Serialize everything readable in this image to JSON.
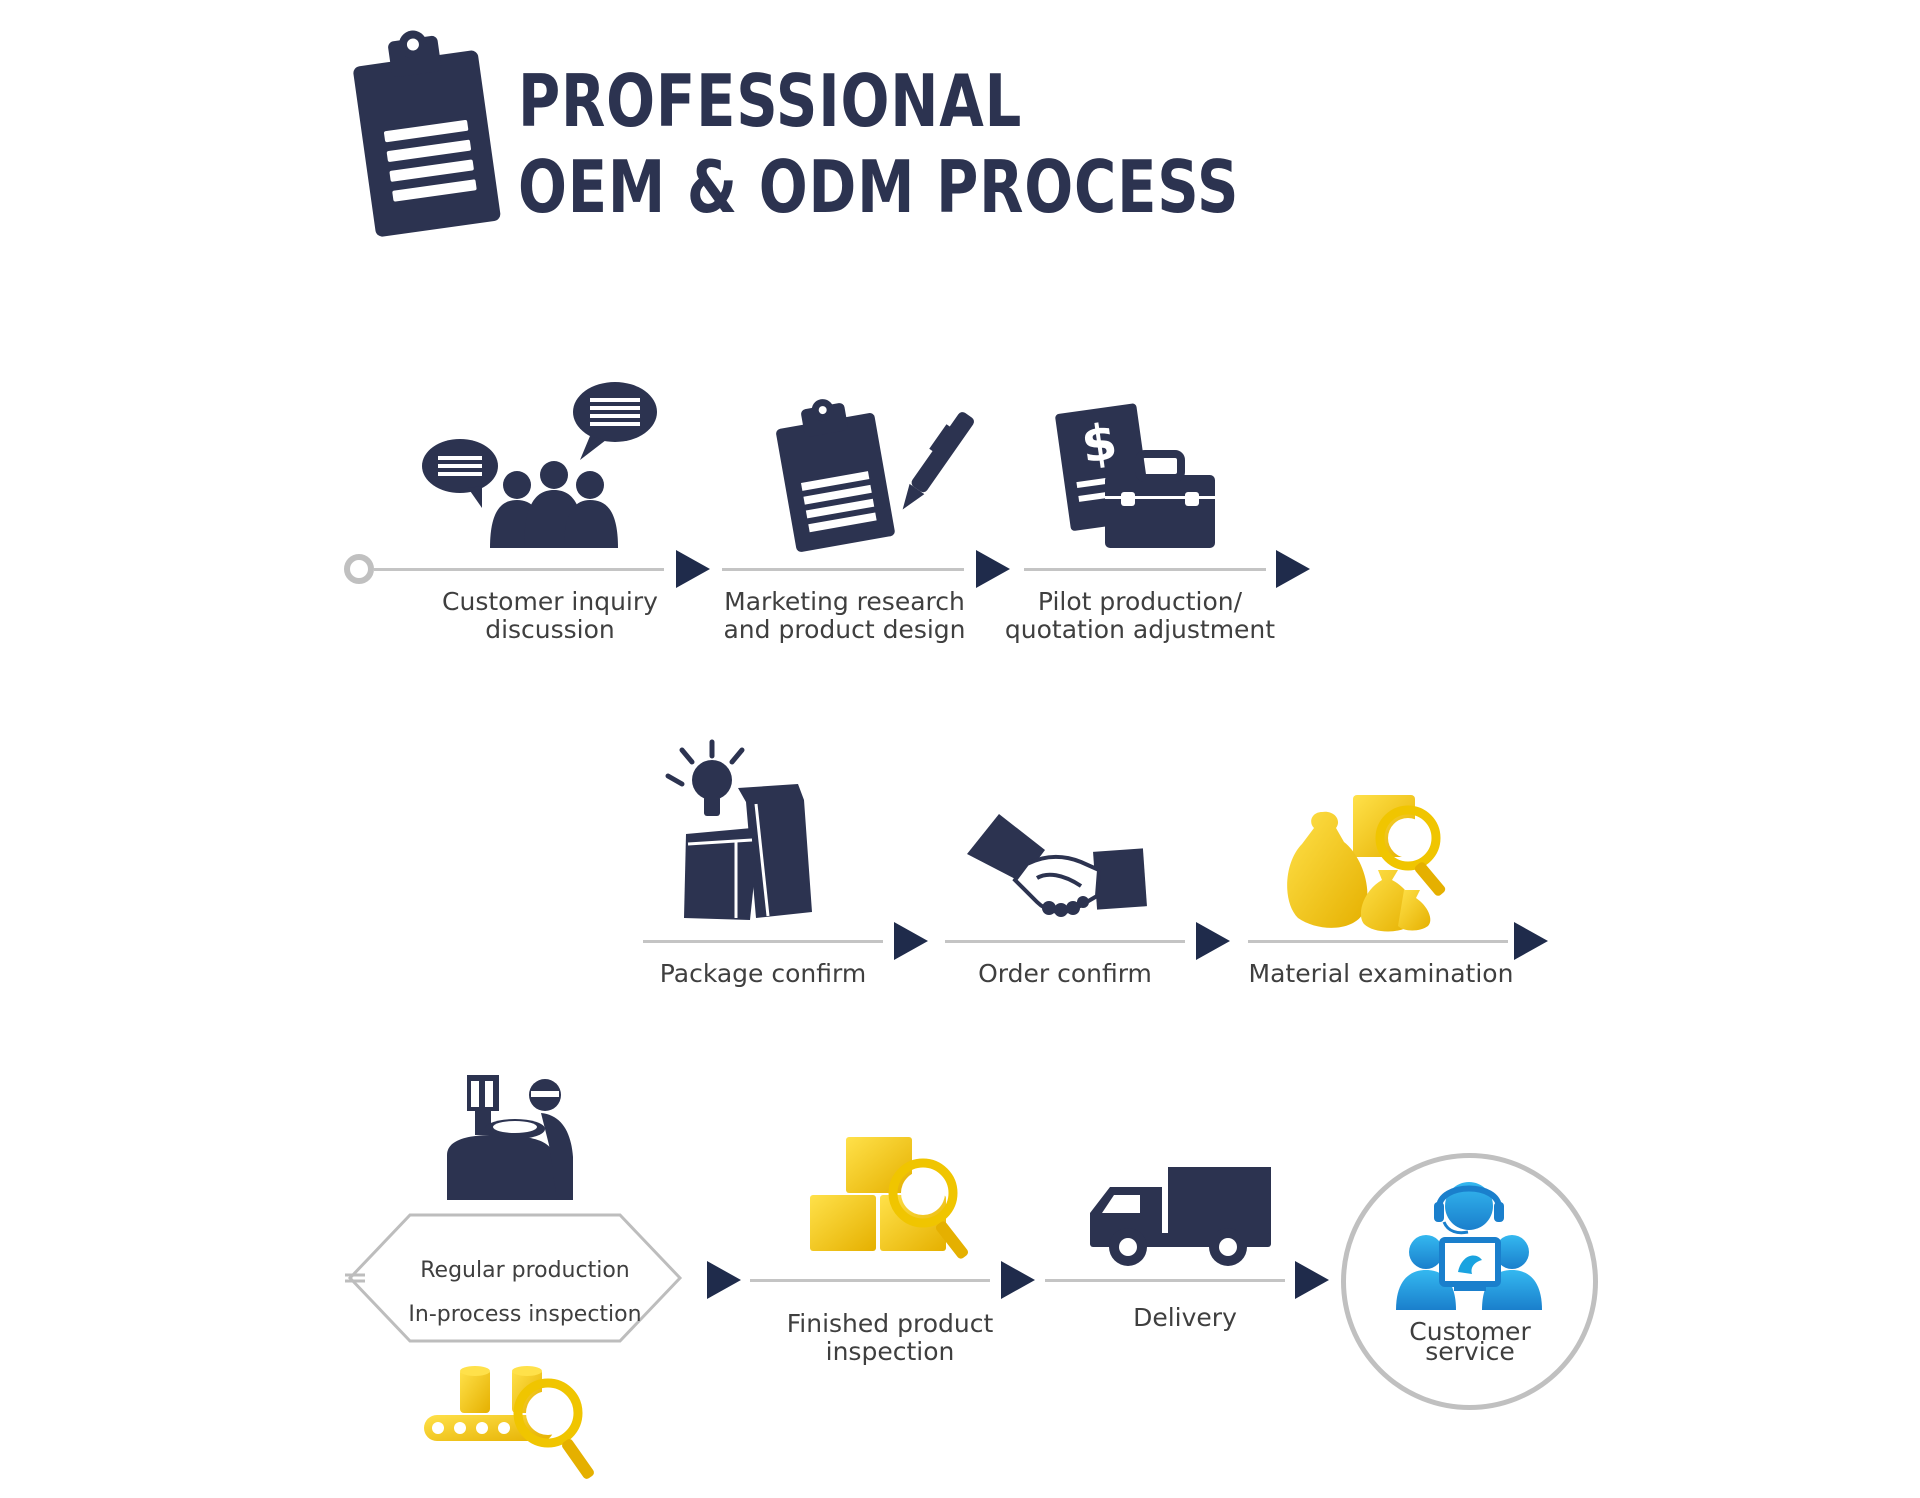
{
  "header": {
    "title_line1": "PROFESSIONAL",
    "title_line2": "OEM & ODM PROCESS",
    "icon": "clipboard-icon"
  },
  "colors": {
    "navy": "#2c3350",
    "gold": "#f0c500",
    "blue": "#1aa3e0",
    "line": "#c4c4c4"
  },
  "steps": [
    {
      "id": "customer-inquiry",
      "label_l1": "Customer inquiry",
      "label_l2": "discussion",
      "icon": "people-chat-icon"
    },
    {
      "id": "marketing-research",
      "label_l1": "Marketing research",
      "label_l2": "and product design",
      "icon": "clipboard-pen-icon"
    },
    {
      "id": "pilot-production",
      "label_l1": "Pilot production/",
      "label_l2": "quotation adjustment",
      "icon": "price-briefcase-icon"
    },
    {
      "id": "package-confirm",
      "label_l1": "Package confirm",
      "icon": "package-idea-icon"
    },
    {
      "id": "order-confirm",
      "label_l1": "Order confirm",
      "icon": "handshake-icon"
    },
    {
      "id": "material-examination",
      "label_l1": "Material examination",
      "icon": "material-search-icon"
    },
    {
      "id": "regular-production",
      "label_l1": "Regular production",
      "label_l2": "In-process inspection",
      "icon": "production-machine-icon"
    },
    {
      "id": "finished-product-inspection",
      "label_l1": "Finished product",
      "label_l2": "inspection",
      "icon": "box-search-icon"
    },
    {
      "id": "delivery",
      "label_l1": "Delivery",
      "icon": "truck-icon"
    },
    {
      "id": "customer-service",
      "label_l1": "Customer",
      "label_l2": "service",
      "icon": "headset-agent-icon"
    }
  ]
}
